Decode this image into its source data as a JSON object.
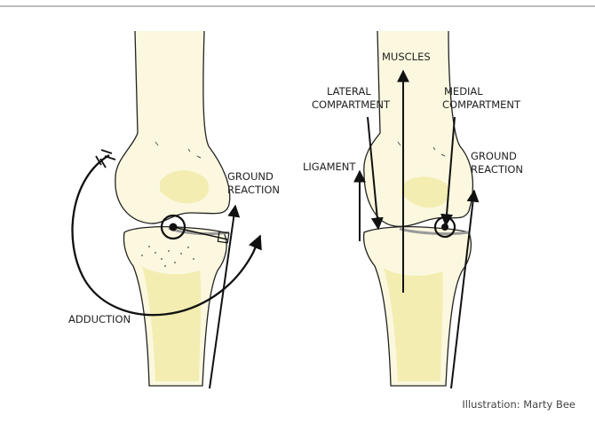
{
  "labels": {
    "ground_reaction_left": [
      "GROUND",
      "REACTION"
    ],
    "adduction": "ADDUCTION",
    "muscles": "MUSCLES",
    "lateral_compartment": [
      "LATERAL",
      "COMPARTMENT"
    ],
    "medial_compartment": [
      "MEDIAL",
      "COMPARTMENT"
    ],
    "ligament": "LIGAMENT",
    "ground_reaction_right": [
      "GROUND",
      "REACTION"
    ]
  },
  "credit": "Illustration: Marty Bee",
  "colors": {
    "bone_fill": "#fbf8df",
    "bone_shade": "#f3edb2",
    "outline": "#222222",
    "cartilage": "#cfcfcf"
  }
}
